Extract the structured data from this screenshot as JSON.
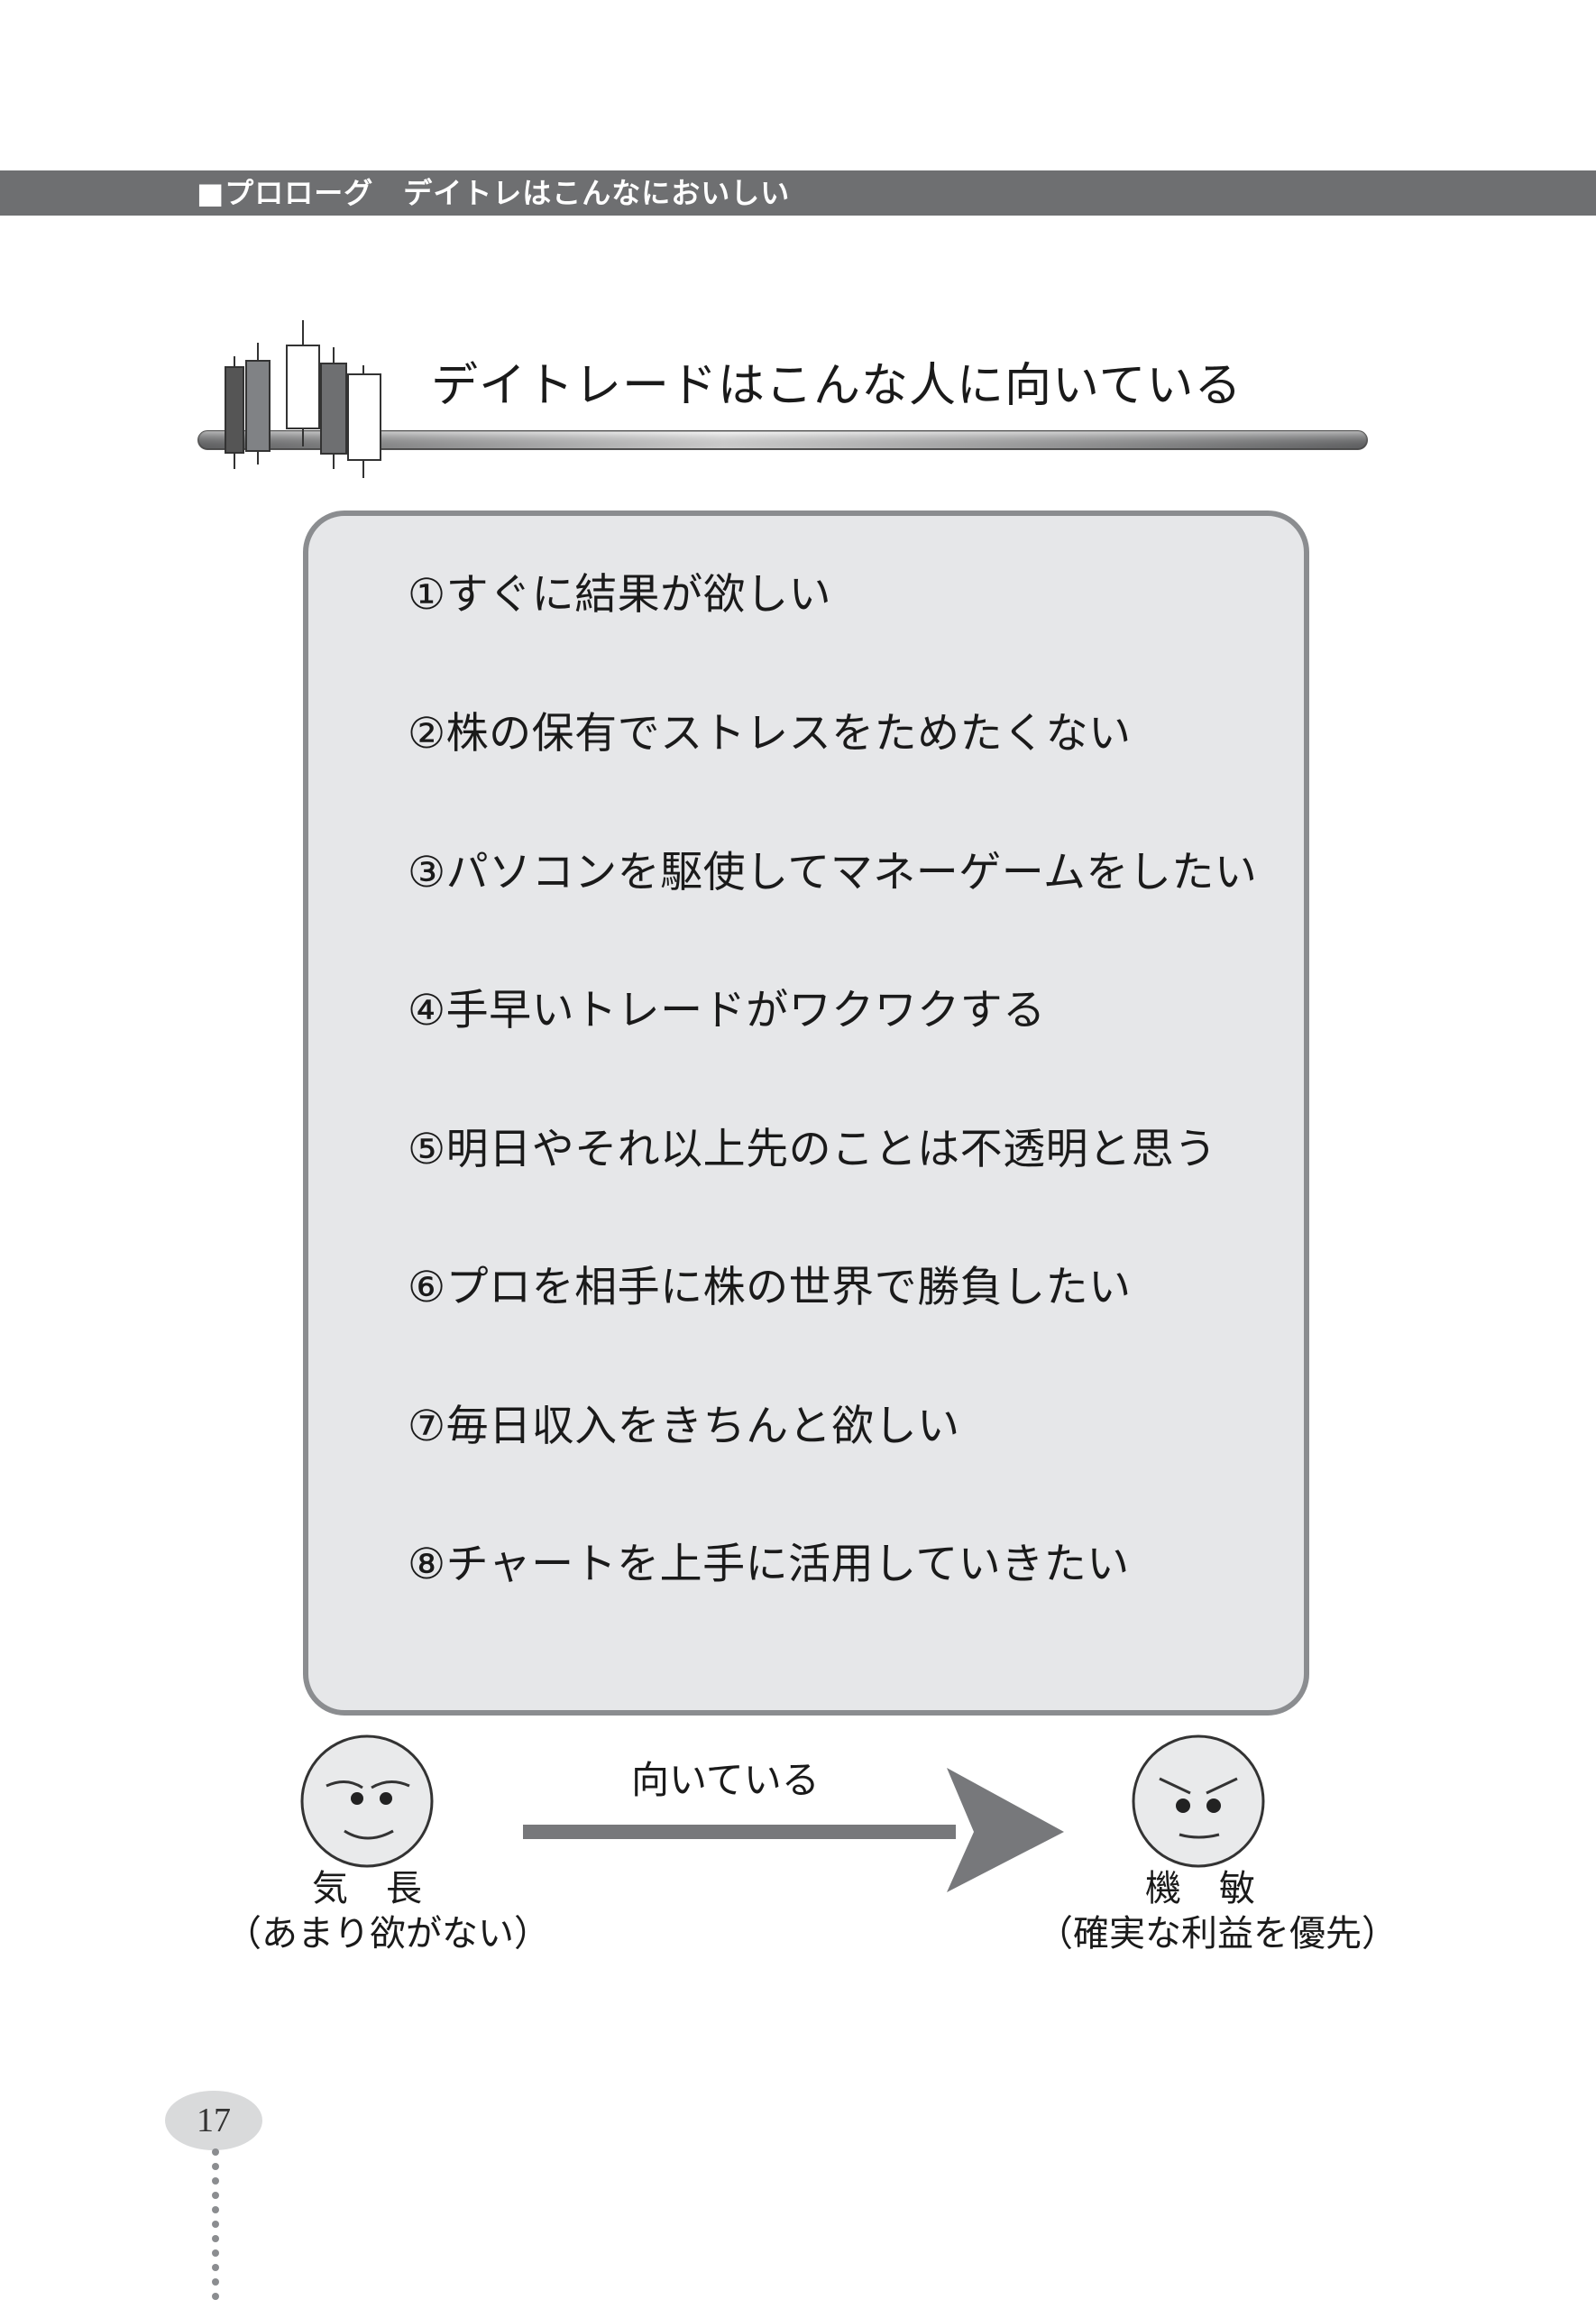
{
  "header": {
    "text": "■プロローグ　デイトレはこんなにおいしい"
  },
  "section": {
    "title": "デイトレードはこんな人に向いている"
  },
  "list": {
    "items": [
      "①すぐに結果が欲しい",
      "②株の保有でストレスをためたくない",
      "③パソコンを駆使してマネーゲームをしたい",
      "④手早いトレードがワクワクする",
      "⑤明日やそれ以上先のことは不透明と思う",
      "⑥プロを相手に株の世界で勝負したい",
      "⑦毎日収入をきちんと欲しい",
      "⑧チャートを上手に活用していきたい"
    ]
  },
  "comparison": {
    "arrow_label": "向いている",
    "left": {
      "title": "気長",
      "subtitle": "（あまり欲がない）"
    },
    "right": {
      "title": "機敏",
      "subtitle": "（確実な利益を優先）"
    }
  },
  "page_number": "17",
  "colors": {
    "header_band": "#6e6f71",
    "box_fill": "#e6e7e9",
    "box_border": "#8b8d90",
    "arrow": "#77787b"
  }
}
